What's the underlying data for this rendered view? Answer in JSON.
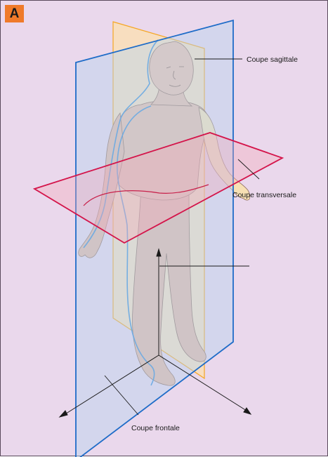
{
  "panel": {
    "letter": "A"
  },
  "labels": {
    "sagittal": "Coupe sagittale",
    "transverse": "Coupe transversale",
    "frontal": "Coupe frontale"
  },
  "colors": {
    "background": "#ead8ec",
    "badge": "#ef7a2a",
    "frontal_plane_fill": "#b9d4f0",
    "frontal_plane_edge": "#1e6cc8",
    "sagittal_plane_fill": "#ffe0a0",
    "sagittal_plane_edge": "#f5a623",
    "transverse_plane_fill": "#f6b0bf",
    "transverse_plane_edge": "#d4144a",
    "skin": "#e3b5a3"
  }
}
